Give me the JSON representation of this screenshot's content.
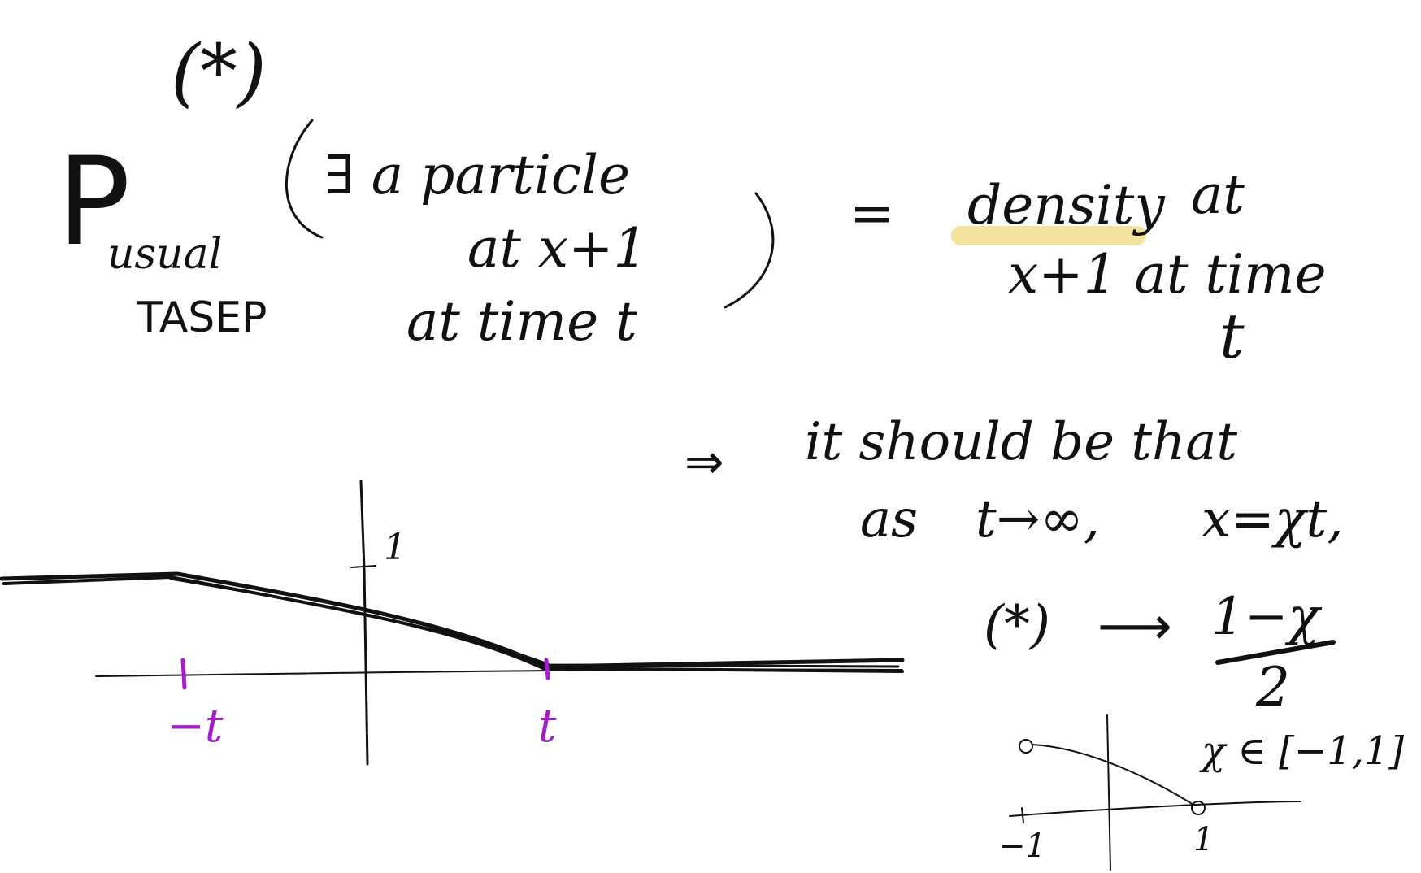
{
  "colors": {
    "ink": "#111111",
    "star_marker": "#c8641e",
    "tick_labels": "#a21fc9",
    "highlight": "#f3e3a0",
    "background": "#ffffff"
  },
  "star_marker": "(*)",
  "formula": {
    "prob_symbol": "P",
    "prob_subscript_1": "usual",
    "prob_subscript_2": "TASEP",
    "event_line_1": "∃ a particle",
    "event_line_2": "at x+1",
    "event_line_3": "at time t",
    "equals": "=",
    "rhs_highlighted": "density",
    "rhs_line_1_rest": "at",
    "rhs_line_2": "x+1 at time",
    "rhs_line_3": "t"
  },
  "conclusion": {
    "implies": "⇒",
    "line_1": "it should be that",
    "line_2_as": "as",
    "line_2_limit": "t→∞,",
    "line_2_scaling": "x=χt,",
    "limit_lhs": "(*)",
    "arrow": "⟶",
    "fraction_numerator": "1−χ",
    "fraction_denominator": "2",
    "domain": "χ ∈ [−1,1]"
  },
  "large_plot": {
    "y_tick_label": "1",
    "x_tick_left": "−t",
    "x_tick_right": "t"
  },
  "small_plot": {
    "x_tick_left": "−1",
    "x_tick_right": "1"
  }
}
